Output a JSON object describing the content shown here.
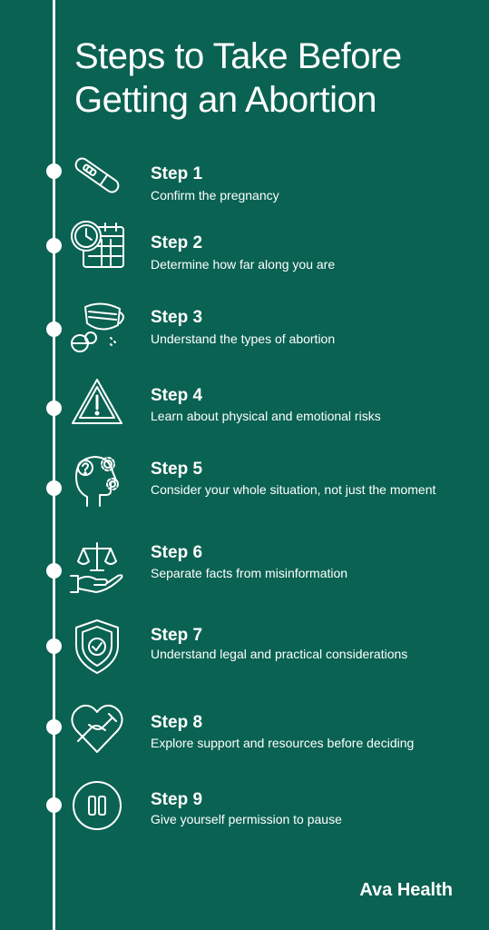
{
  "title_lines": [
    "Steps to Take Before",
    "Getting an Abortion"
  ],
  "brand": "Ava Health",
  "colors": {
    "background": "#0a6252",
    "foreground": "#ffffff"
  },
  "steps": [
    {
      "title": "Step 1",
      "description": "Confirm the pregnancy",
      "icon": "pregnancy-test-icon"
    },
    {
      "title": "Step 2",
      "description": "Determine how far along you are",
      "icon": "clock-calendar-icon"
    },
    {
      "title": "Step 3",
      "description": "Understand the types of abortion",
      "icon": "mask-pills-icon"
    },
    {
      "title": "Step 4",
      "description": "Learn about physical and emotional risks",
      "icon": "warning-triangle-icon"
    },
    {
      "title": "Step 5",
      "description": "Consider your whole situation, not just the moment",
      "icon": "head-gears-icon"
    },
    {
      "title": "Step 6",
      "description": "Separate facts from misinformation",
      "icon": "hand-scales-icon"
    },
    {
      "title": "Step 7",
      "description": "Understand legal and practical considerations",
      "icon": "shield-check-icon"
    },
    {
      "title": "Step 8",
      "description": "Explore support and resources before deciding",
      "icon": "heart-hands-icon"
    },
    {
      "title": "Step 9",
      "description": "Give yourself permission to pause",
      "icon": "pause-icon"
    }
  ]
}
